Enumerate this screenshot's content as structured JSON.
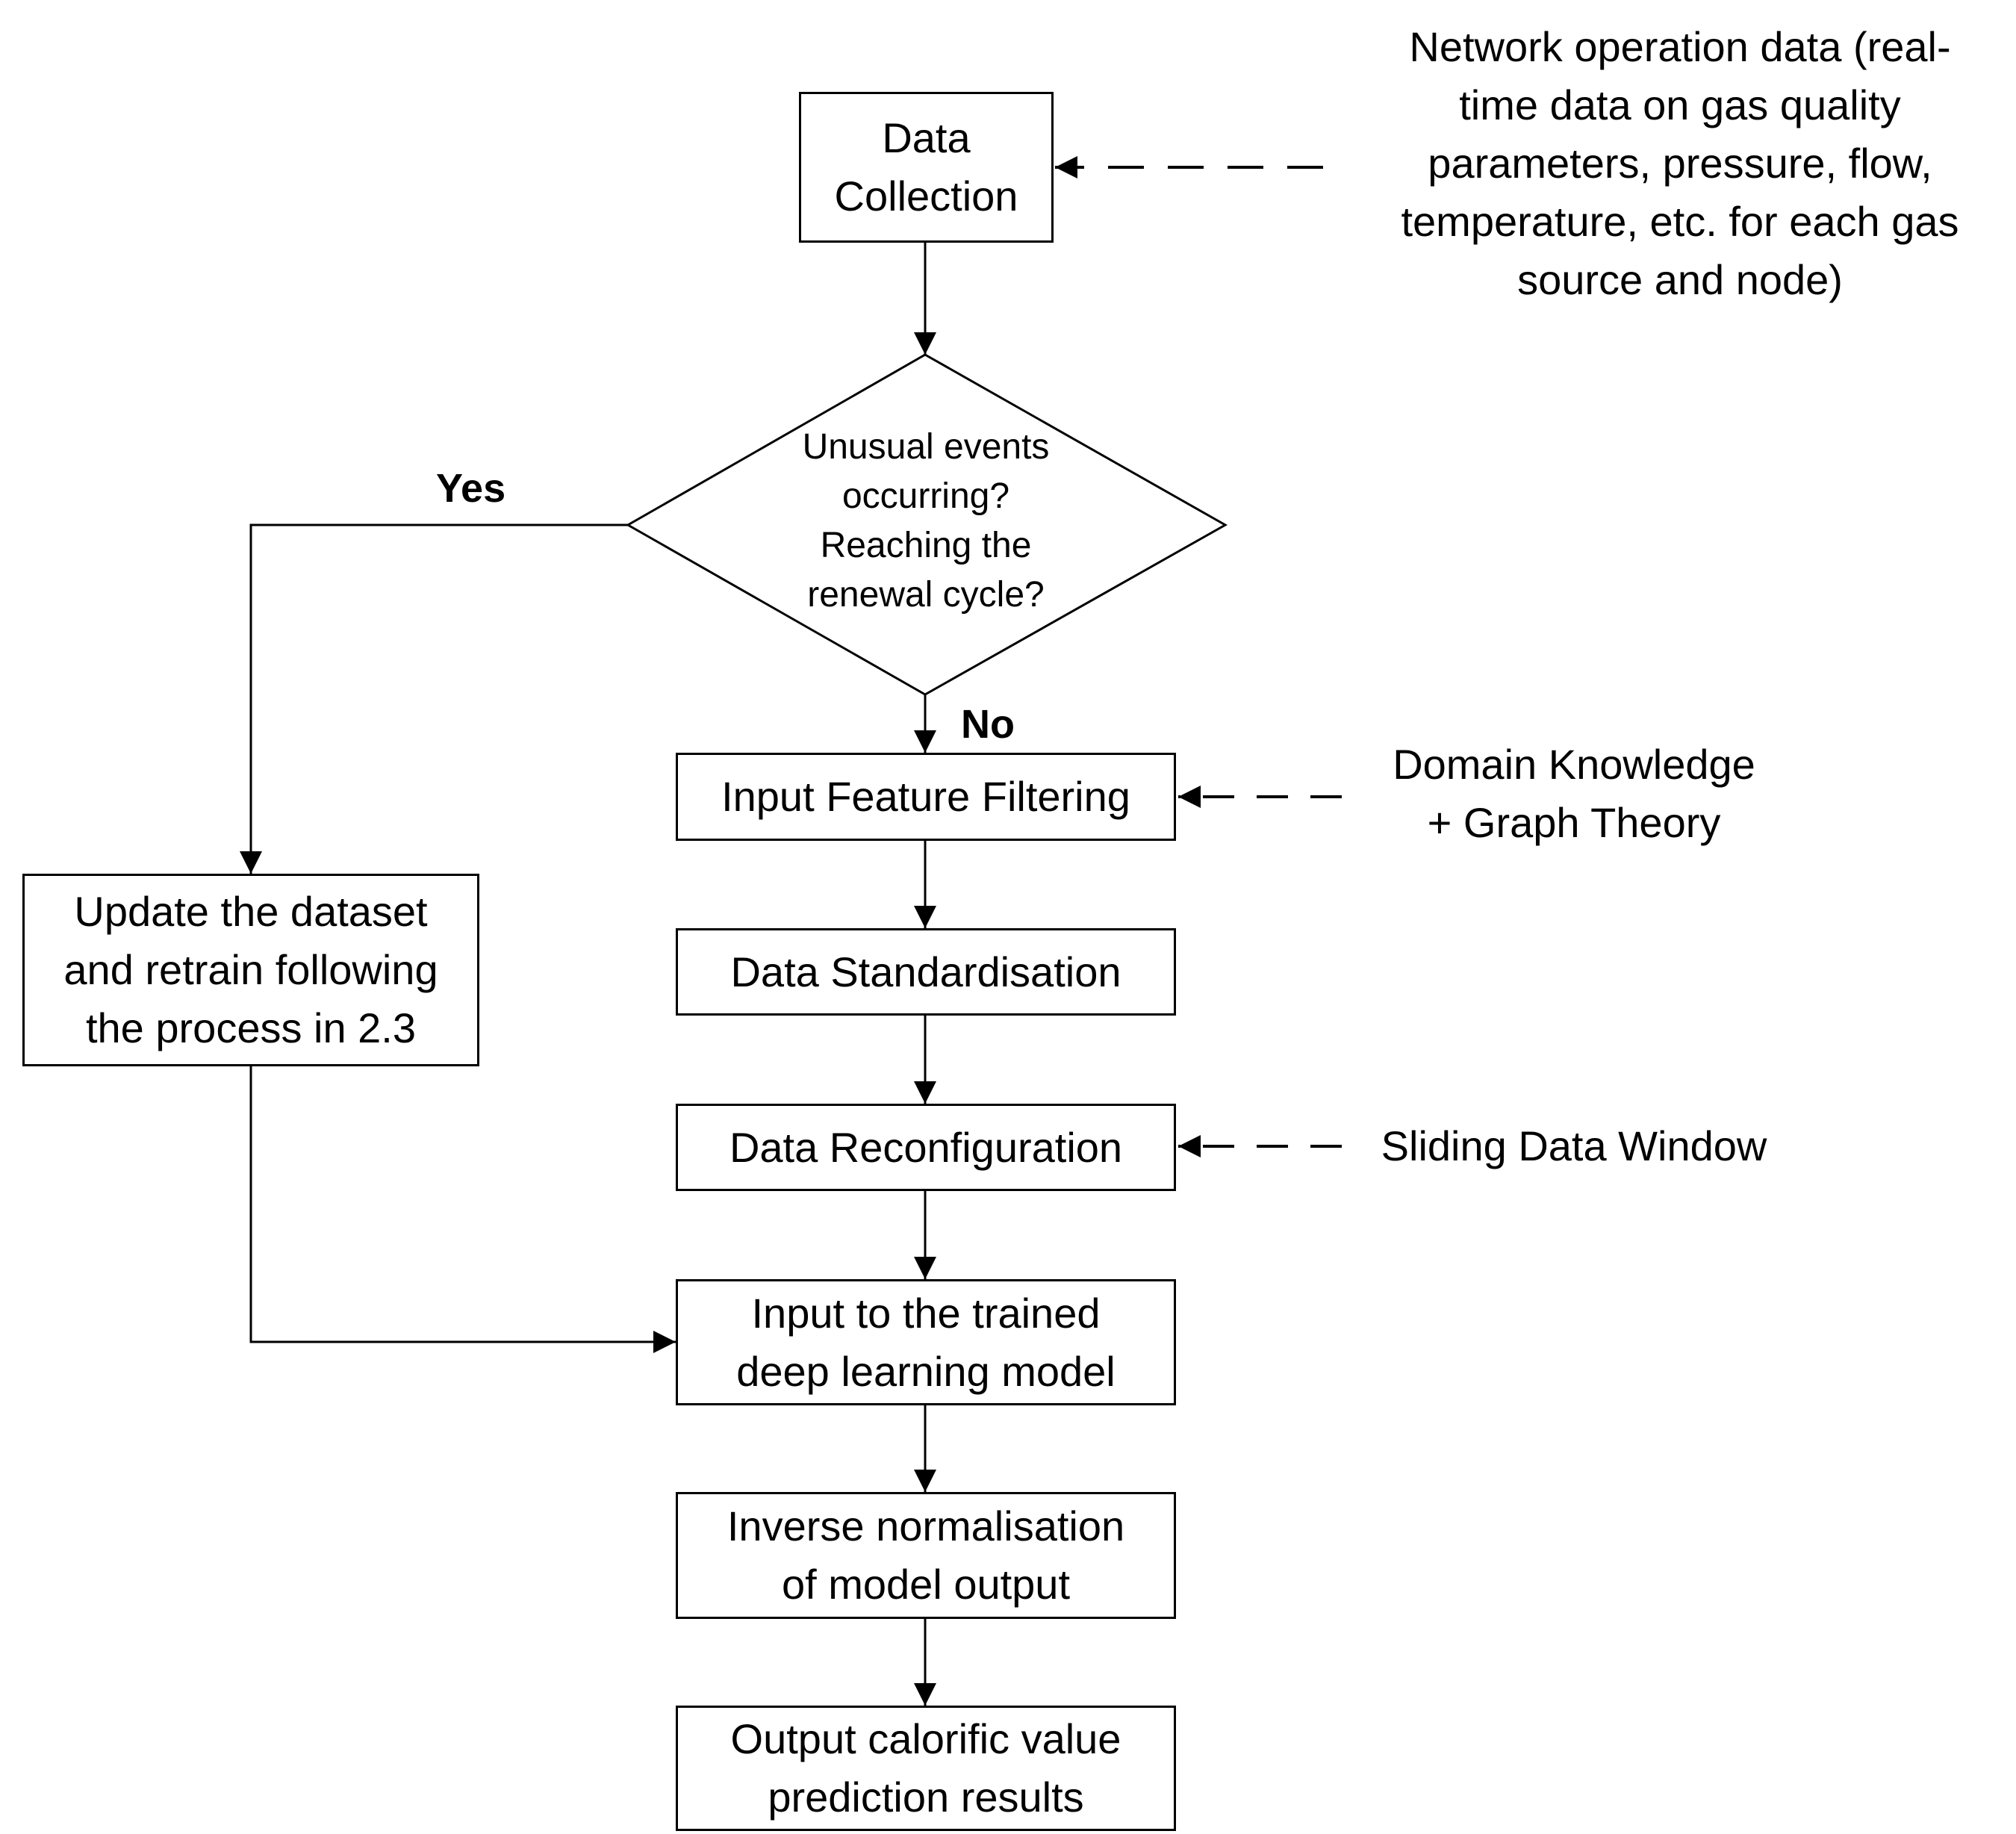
{
  "nodes": {
    "data_collection": "Data\nCollection",
    "decision": "Unusual events\noccurring?\nReaching the\nrenewal cycle?",
    "input_feature_filtering": "Input Feature Filtering",
    "data_standardisation": "Data Standardisation",
    "data_reconfiguration": "Data Reconfiguration",
    "input_to_model": "Input to the trained\ndeep learning model",
    "inverse_normalisation": "Inverse normalisation\nof model output",
    "output_results": "Output calorific value\nprediction results",
    "update_dataset": "Update the dataset\nand retrain following\nthe process in 2.3"
  },
  "annotations": {
    "network_data": "Network operation data (real-\ntime data on gas quality\nparameters, pressure, flow,\ntemperature, etc. for each gas\nsource and node)",
    "domain_knowledge": "Domain Knowledge\n+ Graph Theory",
    "sliding_window": "Sliding Data Window"
  },
  "edge_labels": {
    "yes": "Yes",
    "no": "No"
  }
}
